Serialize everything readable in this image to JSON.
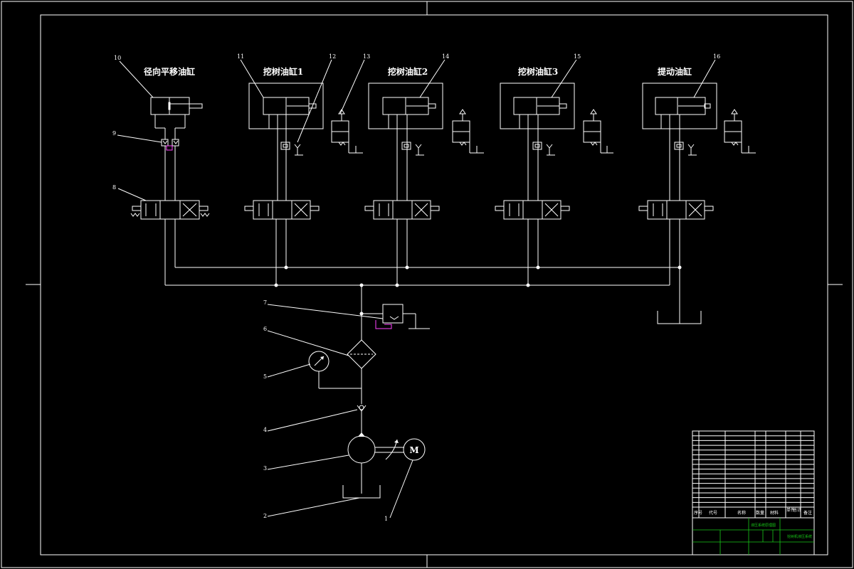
{
  "drawing": {
    "cylinder_titles": [
      "径向平移油缸",
      "挖树油缸1",
      "挖树油缸2",
      "挖树油缸3",
      "提动油缸"
    ],
    "callouts": [
      "10",
      "11",
      "12",
      "13",
      "14",
      "15",
      "16",
      "9",
      "8",
      "7",
      "6",
      "5",
      "4",
      "3",
      "2",
      "1"
    ],
    "motor_label": "M"
  },
  "title_block": {
    "header_labels": [
      "序号",
      "代号",
      "名称",
      "数量",
      "材料",
      "单件",
      "总计",
      "备注"
    ],
    "drawing_name": "液压系统原理图",
    "project_name": "挖树机液压系统",
    "colors": {
      "frame": "#ffffff",
      "title_green": "#18c818",
      "accent": "#ff44ff"
    }
  }
}
